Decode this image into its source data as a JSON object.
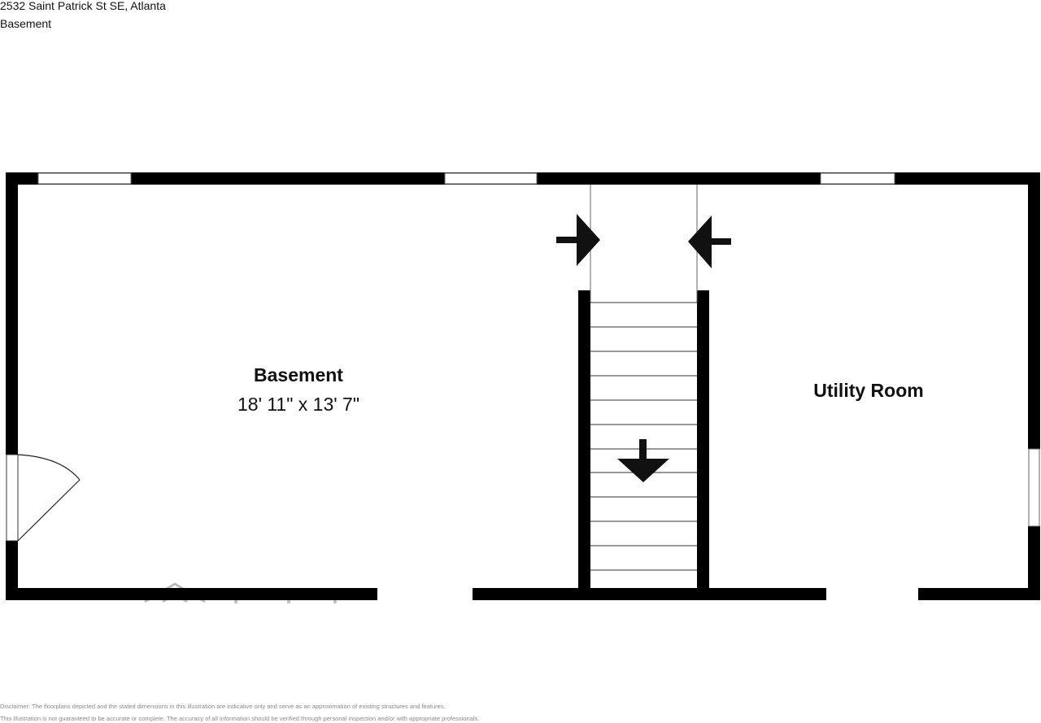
{
  "header": {
    "address": "2532 Saint Patrick St SE, Atlanta",
    "level": "Basement"
  },
  "rooms": [
    {
      "name": "Basement",
      "dimensions": "18' 11\" x 13' 7\""
    },
    {
      "name": "Utility Room",
      "dimensions": ""
    }
  ],
  "symbols": {
    "stairs_direction": "down-arrow-icon",
    "entry_arrows": "inward-arrows-icon",
    "door": "swing-door-icon",
    "watermark": "logo-watermark"
  },
  "colors": {
    "wall": "#000000",
    "line": "#555555",
    "background": "#ffffff",
    "disclaimer_text": "#8a8a8a"
  },
  "footer": {
    "disclaimer_line1": "Disclaimer: The floorplans depicted and the stated dimensions in this illustration are indicative only and serve as an approximation of existing structures and features.",
    "disclaimer_line2": "This illustration is not guaranteed to be accurate or complete. The accuracy of all information should be verified through personal inspection and/or with appropriate professionals."
  }
}
